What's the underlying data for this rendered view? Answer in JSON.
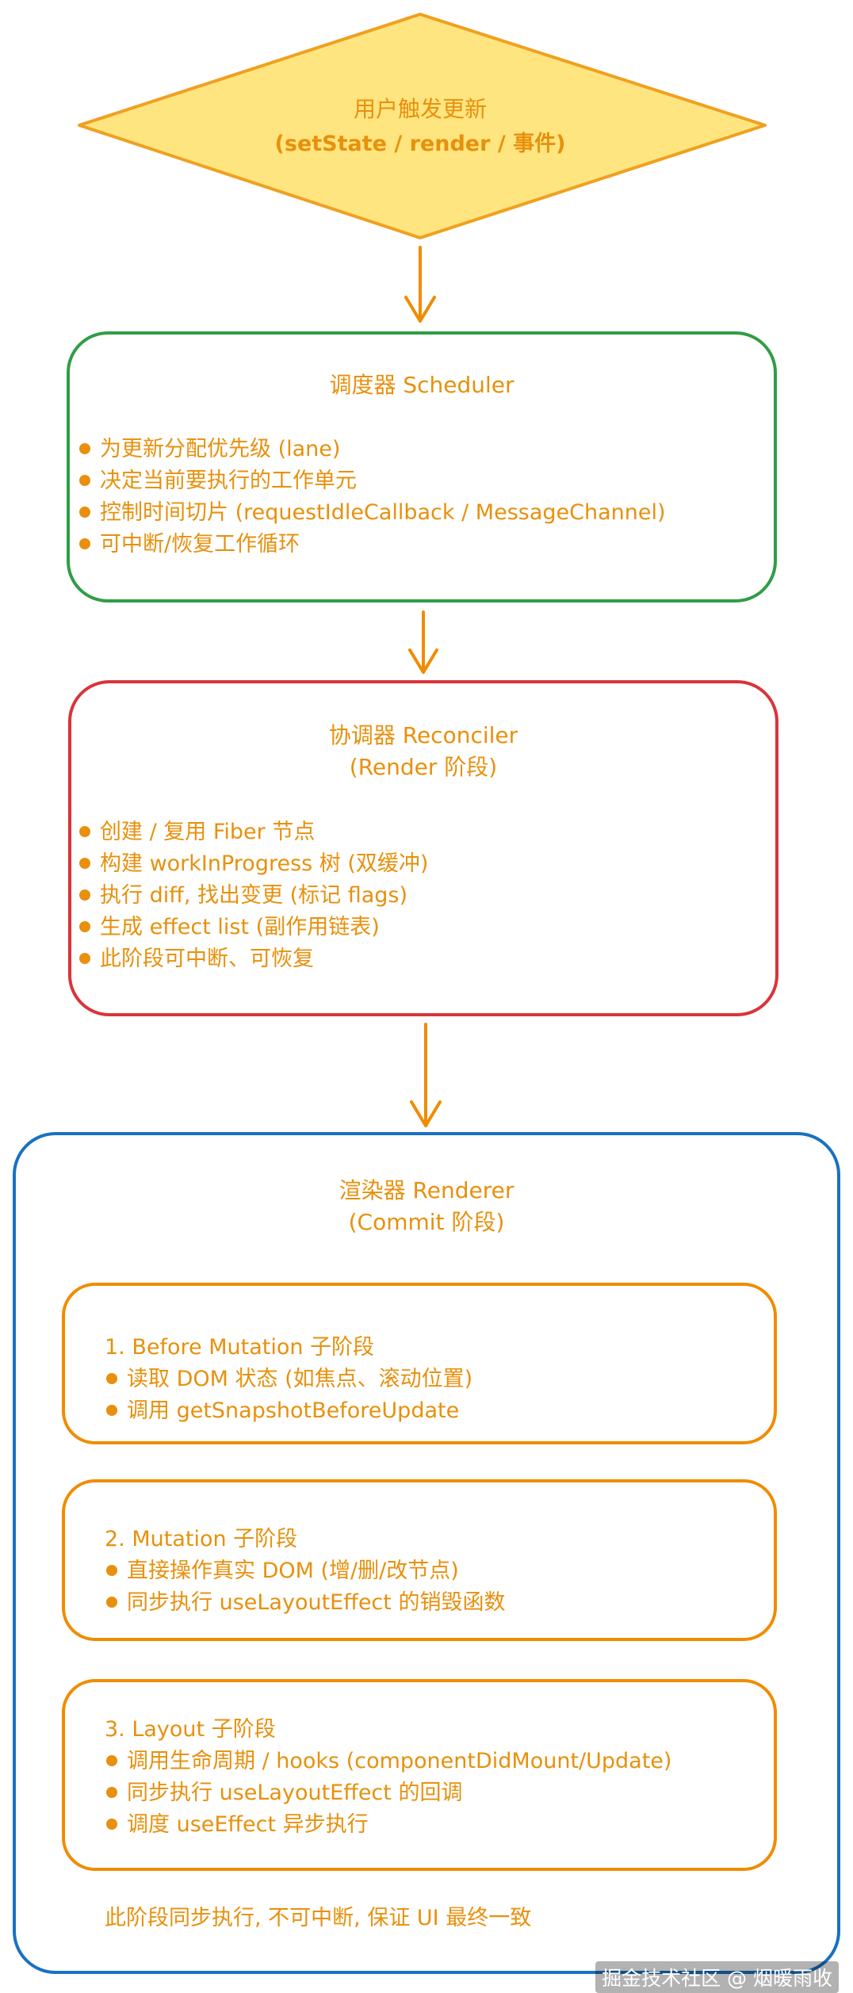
{
  "start": {
    "line1": "用户触发更新",
    "line2": "(setState / render / 事件)"
  },
  "scheduler": {
    "title": "调度器 Scheduler",
    "items": [
      "为更新分配优先级 (lane)",
      "决定当前要执行的工作单元",
      "控制时间切片 (requestIdleCallback / MessageChannel)",
      "可中断/恢复工作循环"
    ]
  },
  "reconciler": {
    "title": "协调器 Reconciler",
    "subtitle": "(Render 阶段)",
    "items": [
      "创建 / 复用 Fiber 节点",
      "构建 workInProgress 树 (双缓冲)",
      "执行 diff, 找出变更 (标记 flags)",
      "生成 effect list (副作用链表)",
      "此阶段可中断、可恢复"
    ]
  },
  "renderer": {
    "title": "渲染器 Renderer",
    "subtitle": "(Commit 阶段)",
    "phases": [
      {
        "title": "1. Before Mutation 子阶段",
        "items": [
          "读取 DOM 状态 (如焦点、滚动位置)",
          "调用 getSnapshotBeforeUpdate"
        ]
      },
      {
        "title": "2. Mutation 子阶段",
        "items": [
          "直接操作真实 DOM (增/删/改节点)",
          "同步执行 useLayoutEffect 的销毁函数"
        ]
      },
      {
        "title": "3. Layout 子阶段",
        "items": [
          "调用生命周期 / hooks (componentDidMount/Update)",
          "同步执行 useLayoutEffect 的回调",
          "调度 useEffect 异步执行"
        ]
      }
    ],
    "footer": "此阶段同步执行, 不可中断, 保证 UI 最终一致"
  },
  "watermark": "掘金技术社区 @ 烟暖雨收",
  "colors": {
    "text": "#E8900C",
    "diamond_fill": "#FFE57F",
    "diamond_stroke": "#F0A020",
    "scheduler_border": "#2F9E44",
    "reconciler_border": "#D9343A",
    "renderer_border": "#1971C2",
    "phase_border": "#F08C00",
    "arrow": "#F08C00"
  }
}
